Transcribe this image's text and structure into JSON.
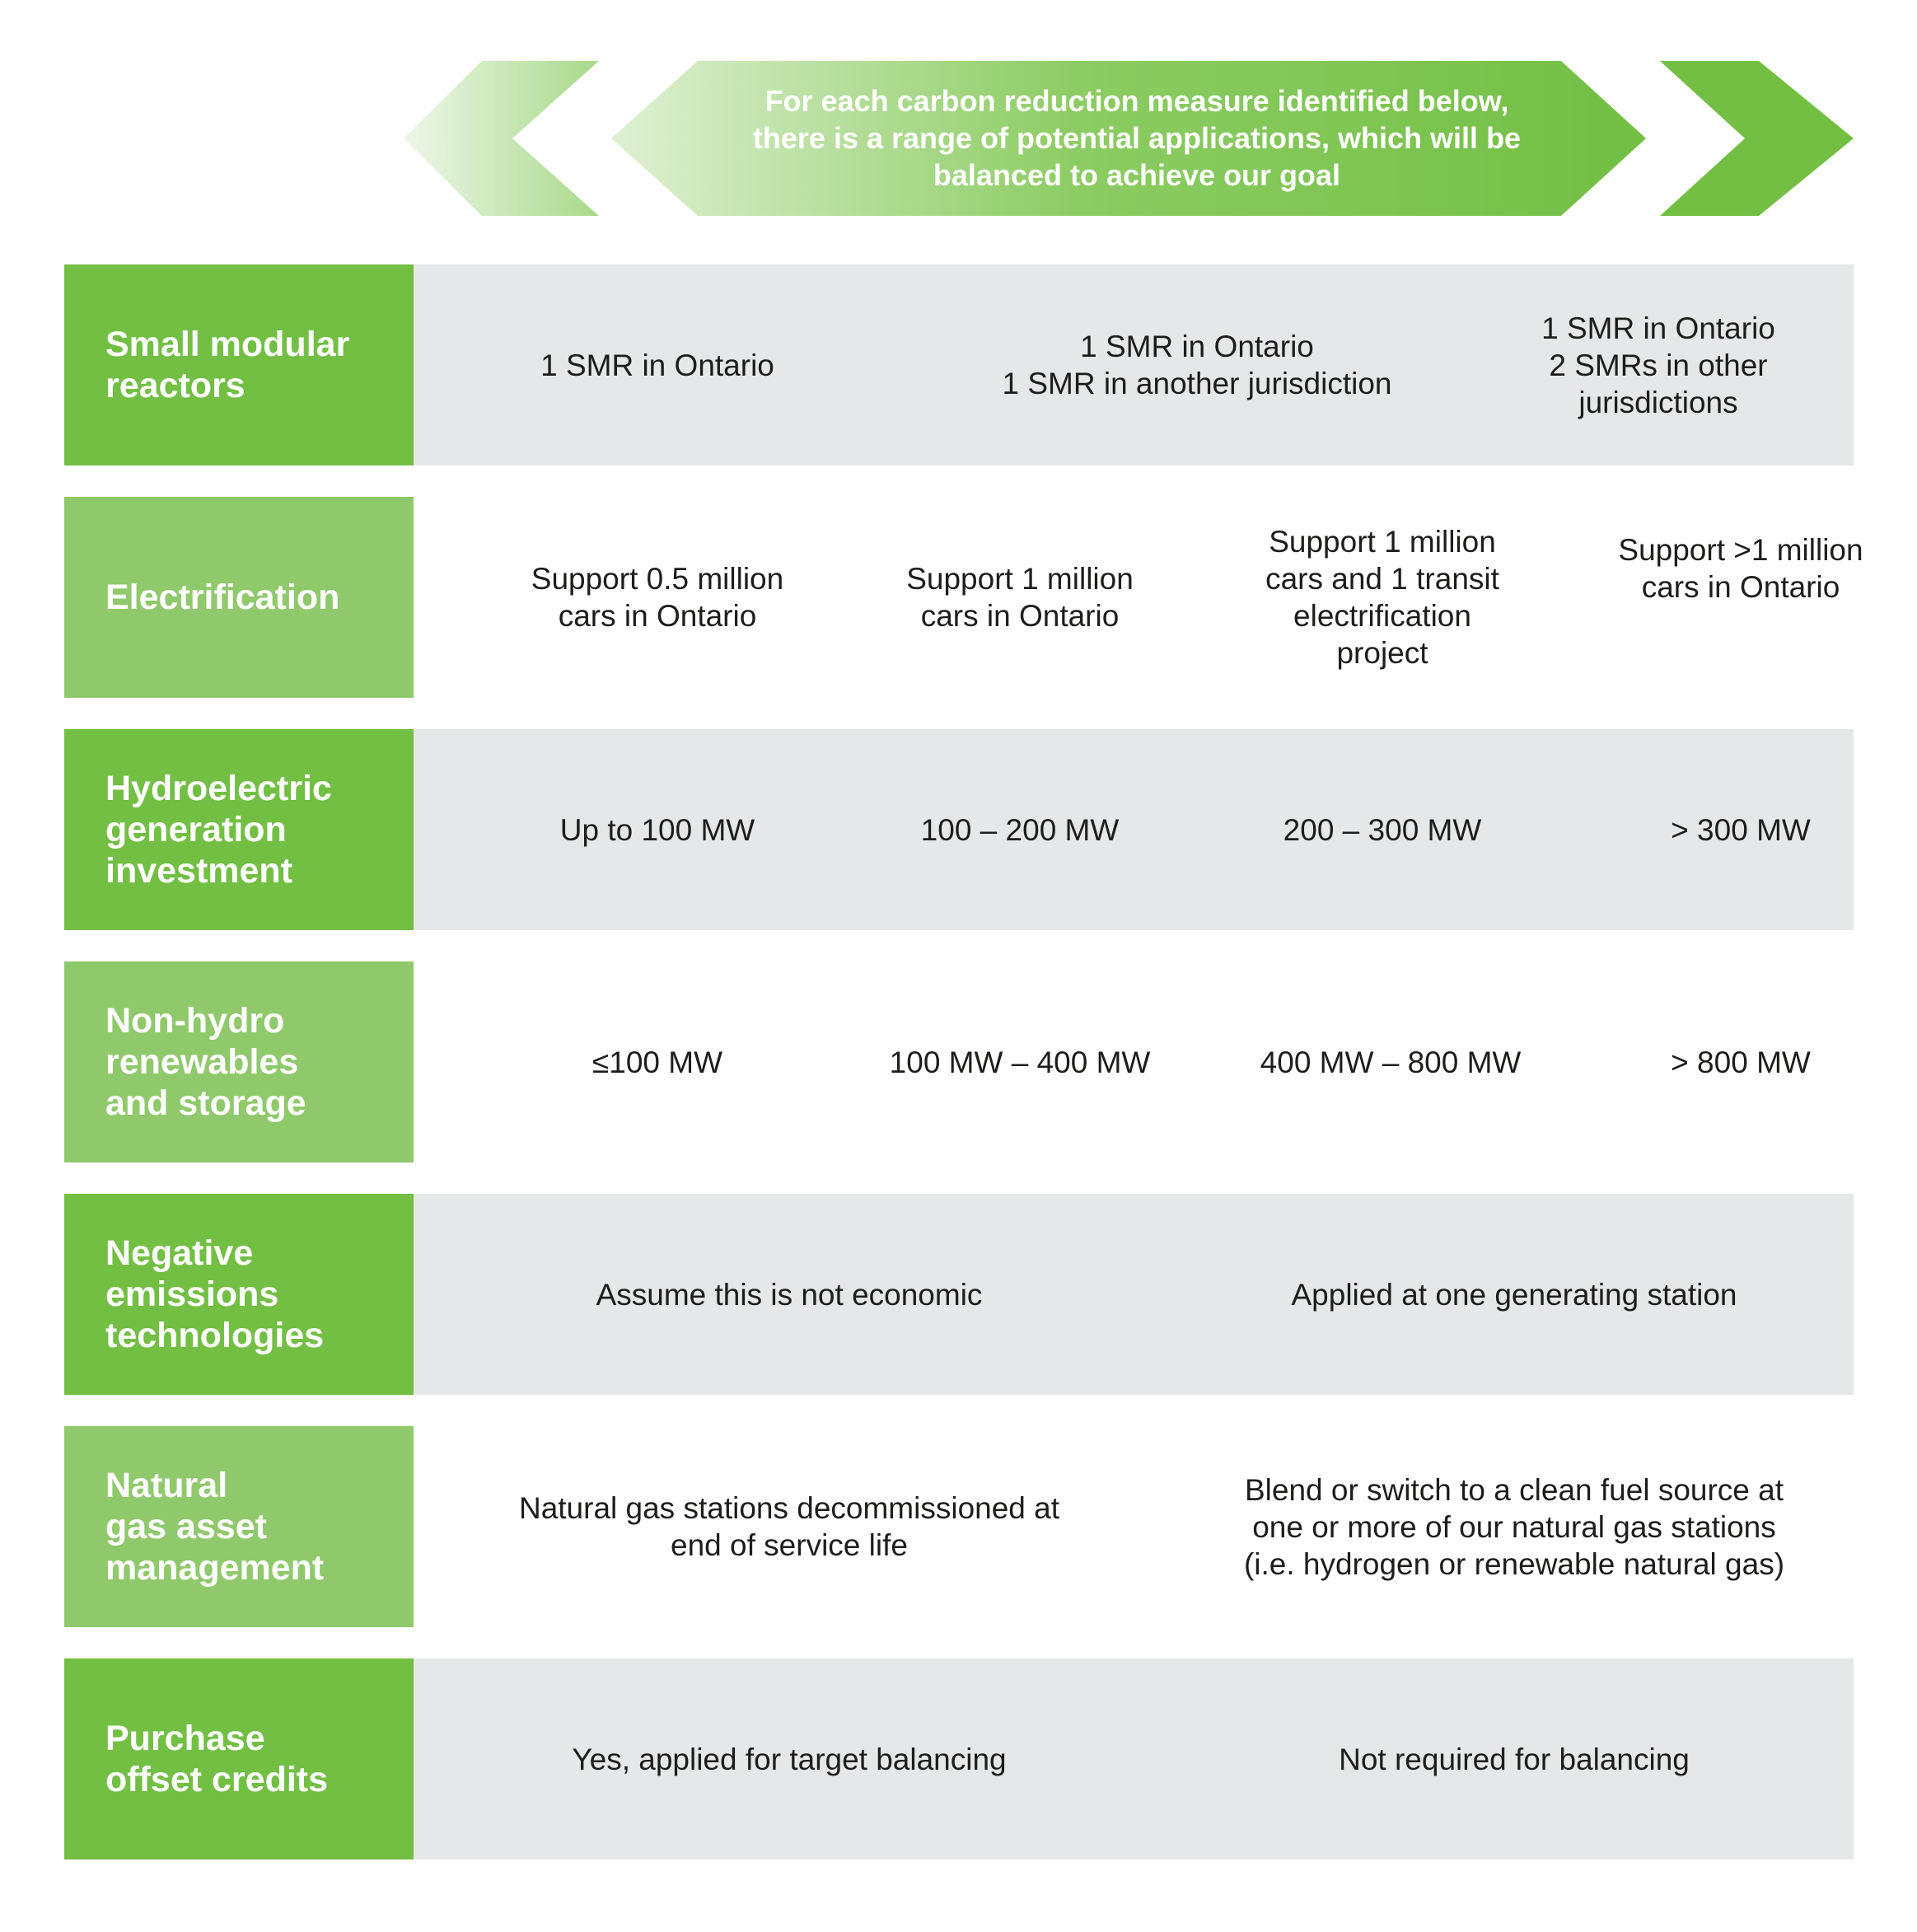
{
  "header": {
    "lines": [
      "For each carbon reduction measure identified below,",
      "there is a range of potential applications, which will be",
      "balanced to achieve our goal"
    ]
  },
  "colors": {
    "green_dark": "#72bf44",
    "green_light": "#8fc96b",
    "row_gray": "#e6e7e8",
    "text_dark": "#1d1d1b"
  },
  "rows": [
    {
      "label": [
        "Small modular",
        "reactors"
      ],
      "cells": [
        [
          "1 SMR in Ontario"
        ],
        [
          "1 SMR in Ontario",
          "1 SMR in another jurisdiction"
        ],
        [
          "1 SMR in Ontario",
          "2 SMRs in other",
          "jurisdictions"
        ]
      ]
    },
    {
      "label": [
        "Electrification"
      ],
      "cells": [
        [
          "Support 0.5 million",
          "cars in Ontario"
        ],
        [
          "Support 1 million",
          "cars in Ontario"
        ],
        [
          "Support 1 million",
          "cars and 1 transit",
          "electrification",
          "project"
        ],
        [
          "Support >1 million",
          "cars in Ontario"
        ]
      ]
    },
    {
      "label": [
        "Hydroelectric",
        "generation",
        "investment"
      ],
      "cells": [
        [
          "Up to 100 MW"
        ],
        [
          "100 – 200 MW"
        ],
        [
          "200 – 300 MW"
        ],
        [
          "> 300 MW"
        ]
      ]
    },
    {
      "label": [
        "Non-hydro",
        "renewables",
        "and storage"
      ],
      "cells": [
        [
          "≤100 MW"
        ],
        [
          "100 MW – 400 MW"
        ],
        [
          "400 MW – 800 MW"
        ],
        [
          "> 800 MW"
        ]
      ]
    },
    {
      "label": [
        "Negative",
        "emissions",
        "technologies"
      ],
      "cells": [
        [
          "Assume this is not economic"
        ],
        [
          "Applied at one generating station"
        ]
      ]
    },
    {
      "label": [
        "Natural",
        "gas asset",
        "management"
      ],
      "cells": [
        [
          "Natural gas stations decommissioned at",
          "end of service life"
        ],
        [
          "Blend or switch to a clean fuel source at",
          "one or more of our natural gas stations",
          "(i.e. hydrogen or renewable natural gas)"
        ]
      ]
    },
    {
      "label": [
        "Purchase",
        "offset credits"
      ],
      "cells": [
        [
          "Yes, applied for target balancing"
        ],
        [
          "Not required for balancing"
        ]
      ]
    }
  ]
}
